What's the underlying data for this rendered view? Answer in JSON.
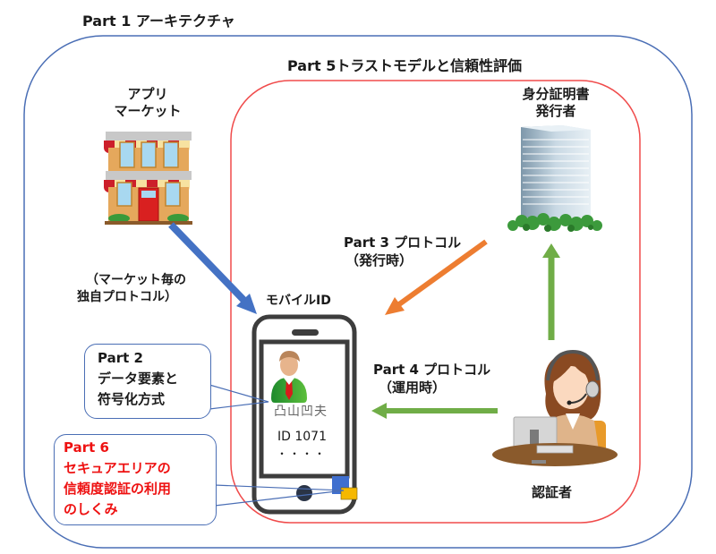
{
  "colors": {
    "part1_border": "#4a6eb5",
    "part5_border": "#f04b4b",
    "blue_arrow": "#4472c4",
    "orange_arrow": "#ed7d31",
    "green_arrow": "#70ad47",
    "part6_text": "#ee1111",
    "callout_border": "#4a6eb5"
  },
  "part1": {
    "title": "Part 1 アーキテクチャ"
  },
  "part5": {
    "title": "Part 5トラストモデルと信頼性評価"
  },
  "app_market": {
    "label_line1": "アプリ",
    "label_line2": "マーケット",
    "icon": "storefront-icon"
  },
  "market_protocol": {
    "line1": "（マーケット毎の",
    "line2": "独自プロトコル）"
  },
  "issuer": {
    "label_line1": "身分証明書",
    "label_line2": "発行者",
    "icon": "office-building-icon"
  },
  "part3": {
    "line1": "Part 3 プロトコル",
    "line2": "（発行時）"
  },
  "part4": {
    "line1": "Part 4 プロトコル",
    "line2": "（運用時）"
  },
  "verifier": {
    "label": "認証者",
    "icon": "operator-with-headset-icon"
  },
  "mobile_id": {
    "label": "モバイルID",
    "holder_name": "凸山凹夫",
    "id_text": "ID 1071",
    "dots": "・・・・",
    "icon": "smartphone-icon"
  },
  "part2_callout": {
    "line1": "Part 2",
    "line2": "データ要素と",
    "line3": "符号化方式"
  },
  "part6_callout": {
    "line1": "Part 6",
    "line2": "セキュアエリアの",
    "line3": "信頼度認証の利用",
    "line4": "のしくみ"
  }
}
